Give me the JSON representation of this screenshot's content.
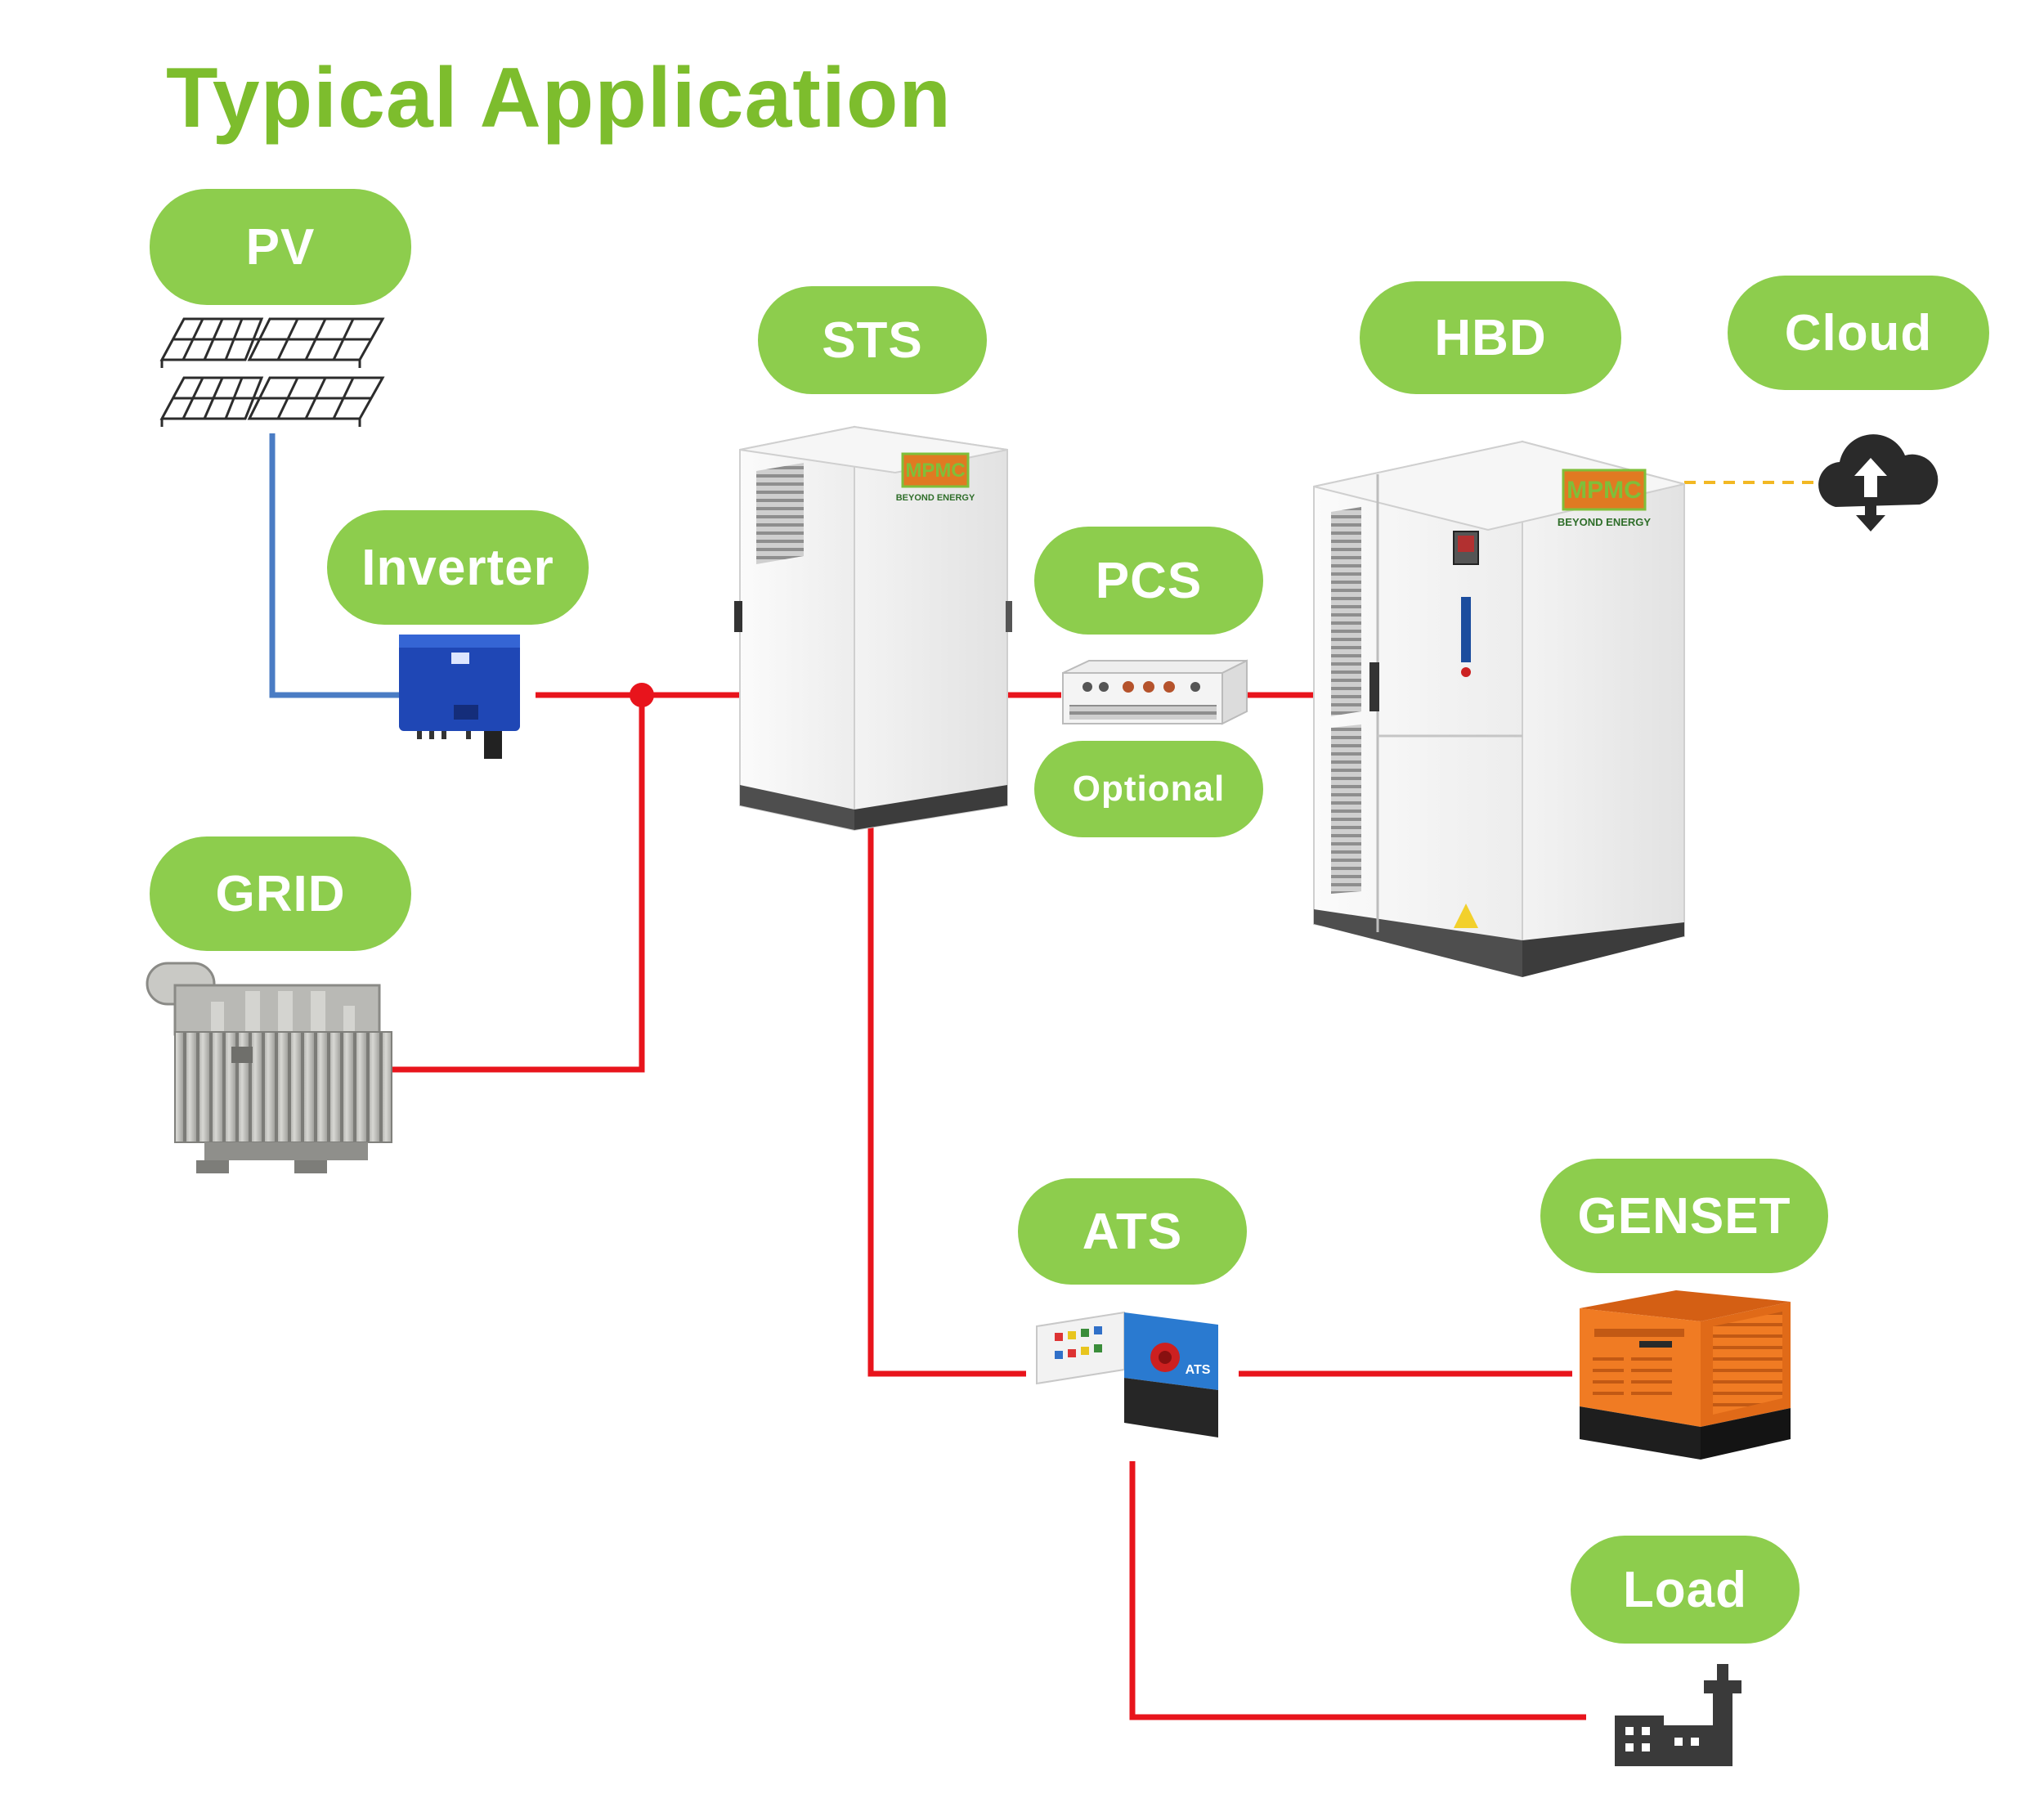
{
  "title": "Typical Application",
  "labels": {
    "pv": "PV",
    "inverter": "Inverter",
    "grid": "GRID",
    "sts": "STS",
    "pcs": "PCS",
    "optional": "Optional",
    "hbd": "HBD",
    "cloud": "Cloud",
    "ats": "ATS",
    "genset": "GENSET",
    "load": "Load"
  },
  "branding": {
    "logo": "MPMC",
    "tagline": "BEYOND ENERGY"
  },
  "equipment_text": {
    "ats_label": "ATS"
  },
  "colors": {
    "accent_green": "#8dcd4d",
    "title_green": "#7dbd2d",
    "power_line": "#e8141c",
    "dc_line": "#4a7cc4",
    "cloud_link": "#f2b823"
  },
  "icons": [
    "solar-panel-icon",
    "inverter-icon",
    "transformer-icon",
    "sts-cabinet-icon",
    "pcs-unit-icon",
    "hbd-cabinet-icon",
    "cloud-sync-icon",
    "ats-switch-icon",
    "genset-icon",
    "building-load-icon"
  ]
}
